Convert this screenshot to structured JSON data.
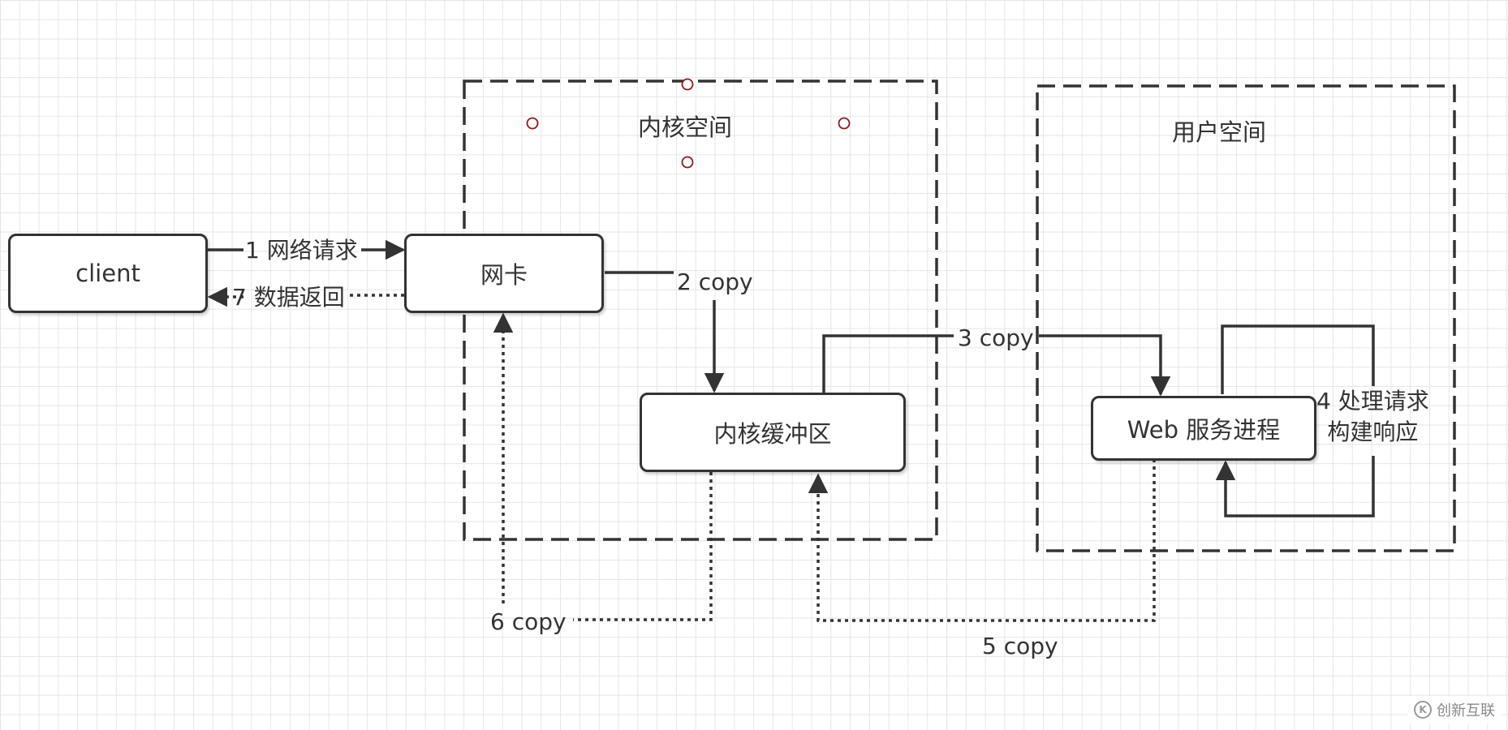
{
  "zones": {
    "kernel": "内核空间",
    "user": "用户空间"
  },
  "nodes": {
    "client": "client",
    "nic": "网卡",
    "kernel_buffer": "内核缓冲区",
    "web_process": "Web 服务进程"
  },
  "edges": {
    "e1": "1 网络请求",
    "e2": "2 copy",
    "e3": "3 copy",
    "e4_line1": "4 处理请求",
    "e4_line2": "构建响应",
    "e5": "5 copy",
    "e6": "6 copy",
    "e7": "7 数据返回"
  },
  "watermark": "创新互联",
  "colors": {
    "stroke": "#333333",
    "grid": "#e6e6e6",
    "handle": "#8b1a1a"
  }
}
